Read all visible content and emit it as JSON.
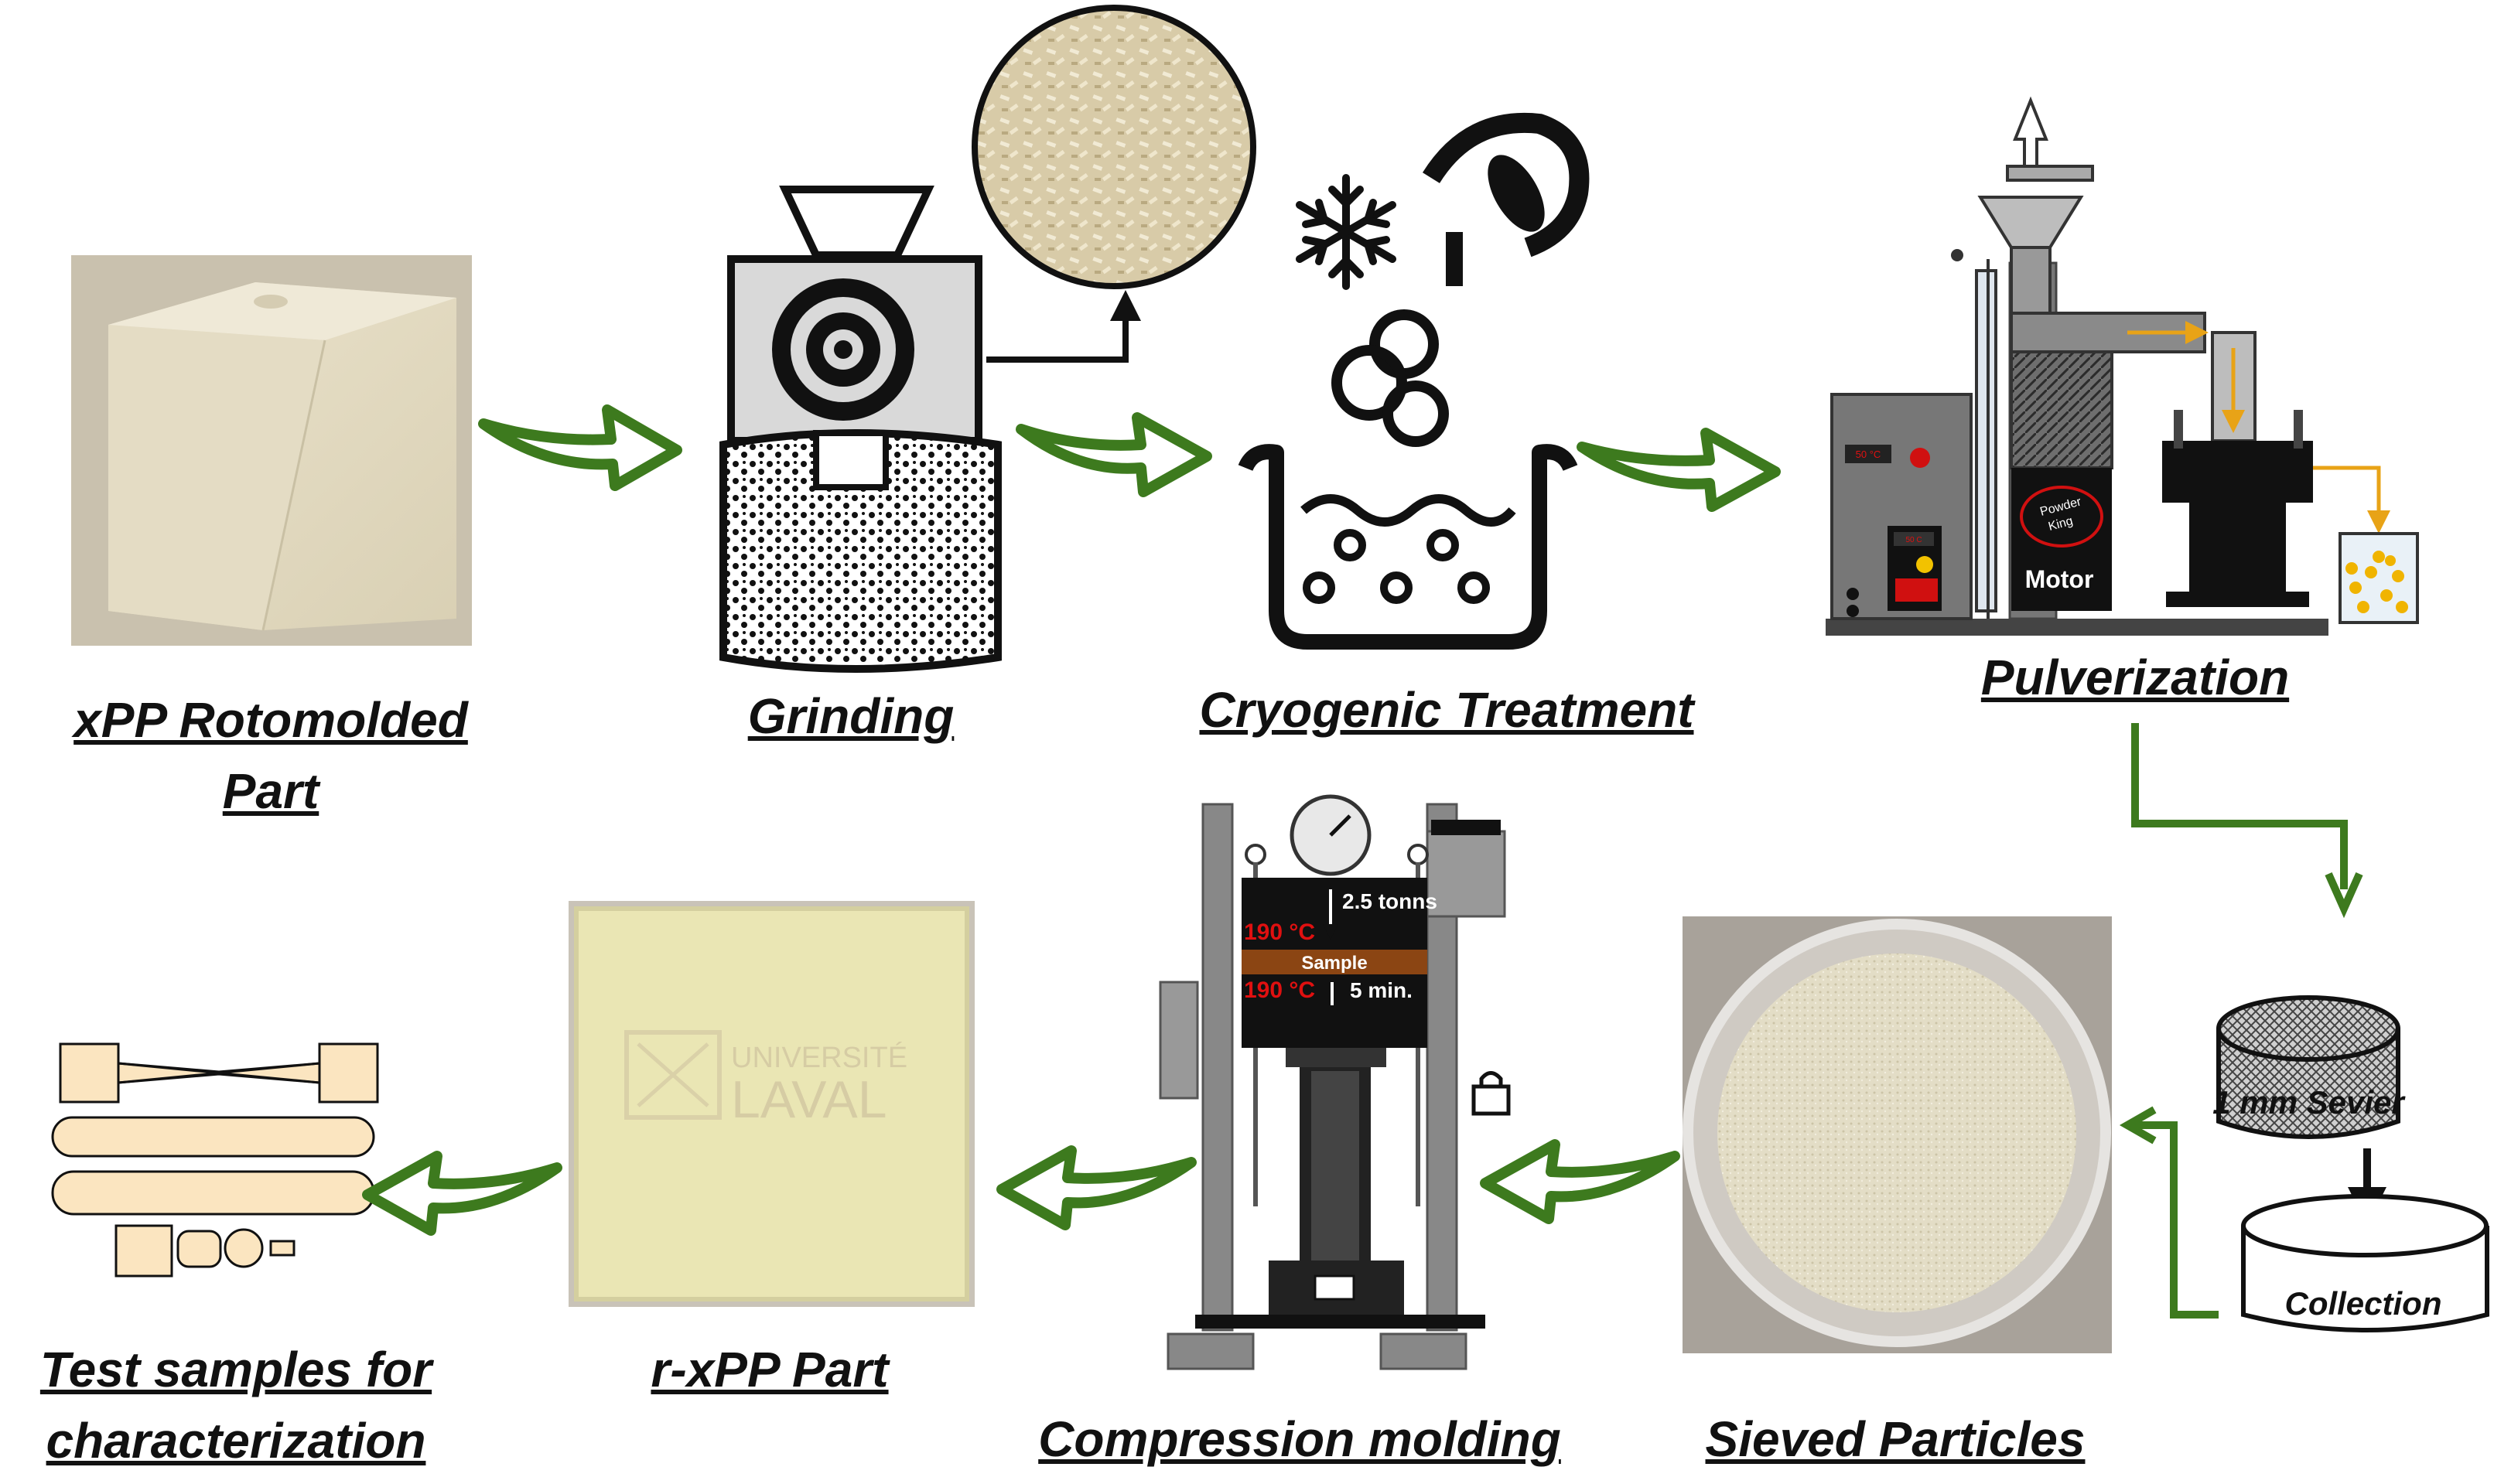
{
  "labels": {
    "xpp_line1": "xPP Rotomolded",
    "xpp_line2": "Part",
    "grinding": "Grinding",
    "cryogenic": "Cryogenic Treatment",
    "pulverization": "Pulverization",
    "test_line1": "Test samples for",
    "test_line2": "characterization",
    "rxpp": "r-xPP Part",
    "compression": "Compression molding",
    "sieved": "Sieved Particles"
  },
  "pulverizer": {
    "temp_display": "50 °C",
    "small_display": "50 C",
    "brand_line1": "Powder",
    "brand_line2": "King",
    "motor": "Motor"
  },
  "sieve": {
    "sieve_label": "1 mm Sevier",
    "collection_label": "Collection"
  },
  "press": {
    "pressure": "2.5 tonns",
    "top_temp": "190 °C",
    "sample": "Sample",
    "bottom_temp": "190 °C",
    "time": "5 min."
  },
  "watermark": {
    "line1": "UNIVERSITÉ",
    "line2": "LAVAL"
  },
  "colors": {
    "arrow_green": "#3d7a1e",
    "temp_red": "#e01010",
    "sample_brown": "#8b4513",
    "flow_orange": "#e8a317",
    "plaque": "#eae6b4"
  }
}
